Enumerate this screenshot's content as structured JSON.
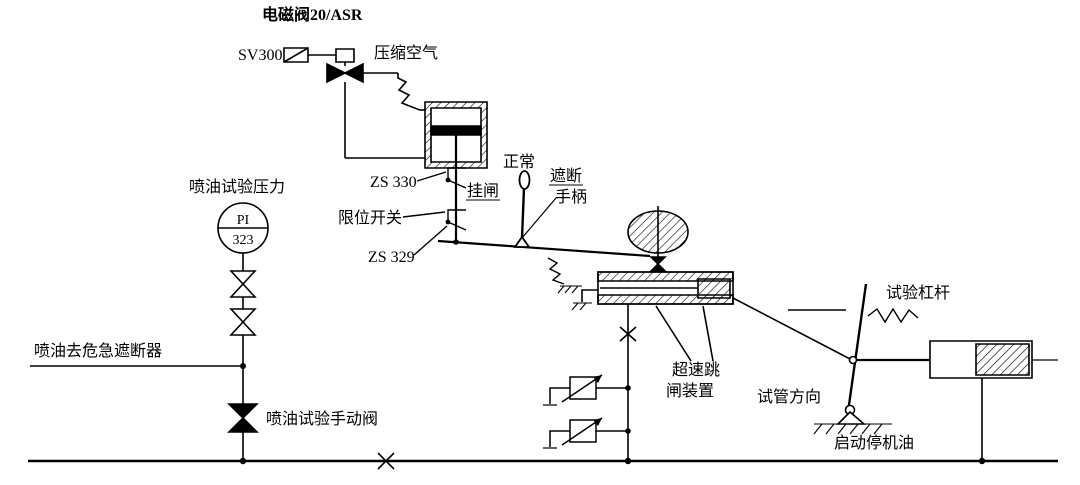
{
  "diagram": {
    "labels": {
      "solenoid": "电磁阀20/ASR",
      "sv300": "SV300",
      "compressed_air": "压缩空气",
      "zs330": "ZS 330",
      "latch": "挂闸",
      "normal": "正常",
      "trip": "遮断",
      "handle": "手柄",
      "limit_switch": "限位开关",
      "zs329": "ZS 329",
      "injection_test_pressure": "喷油试验压力",
      "gauge_top": "PI",
      "gauge_bottom": "323",
      "injection_to_trip": "喷油去危急遮断器",
      "injection_manual_valve": "喷油试验手动阀",
      "overspeed_l1": "超速跳",
      "overspeed_l2": "闸装置",
      "test_lever": "试验杠杆",
      "test_pipe_direction": "试管方向",
      "start_stop_oil": "启动停机油"
    }
  }
}
